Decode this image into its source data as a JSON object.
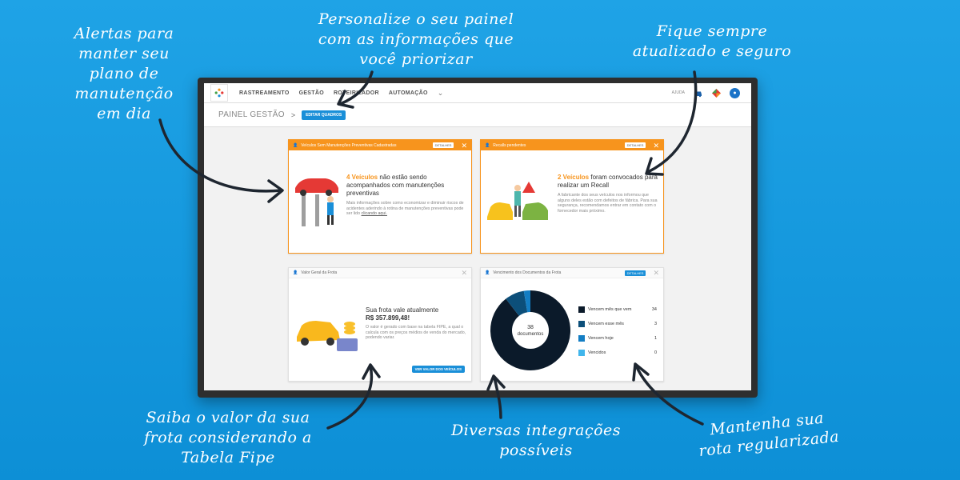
{
  "annotations": {
    "alerts": [
      "Alertas para",
      "manter seu",
      "plano de",
      "manutenção",
      "em dia"
    ],
    "customize": [
      "Personalize o seu painel",
      "com as informações que",
      "você priorizar"
    ],
    "updated": [
      "Fique sempre",
      "atualizado e seguro"
    ],
    "fipe": [
      "Saiba o valor da sua",
      "frota considerando a",
      "Tabela Fipe"
    ],
    "integrations": [
      "Diversas integrações",
      "possíveis"
    ],
    "route": [
      "Mantenha sua",
      "rota regularizada"
    ]
  },
  "nav": {
    "items": [
      "RASTREAMENTO",
      "GESTÃO",
      "ROTEIRIZADOR",
      "AUTOMAÇÃO"
    ],
    "help": "AJUDA"
  },
  "subheader": {
    "title": "PAINEL GESTÃO",
    "separator": ">",
    "edit_button": "EDITAR QUADROS"
  },
  "cards": {
    "maintenance": {
      "title": "Veículos Sem Manutenções Preventivas Cadastradas",
      "details": "DETALHES",
      "highlight": "4 Veículos",
      "headline_rest": " não estão sendo acompanhados com manutenções preventivas",
      "body": "Mais informações sobre como economizar e diminuir riscos de acidentes aderindo à rotina de manutenções preventivas pode ser lido ",
      "link": "clicando aqui."
    },
    "recalls": {
      "title": "Recalls pendentes",
      "details": "DETALHES",
      "highlight": "2 Veículos",
      "headline_rest": " foram convocados para realizar um Recall",
      "body": "A fabricante dos seus veículos nos informou que alguns deles estão com defeitos de fábrica. Para sua segurança, recomendamos entrar em contato com o fornecedor mais próximo."
    },
    "fleet": {
      "title": "Valor Geral da Frota",
      "headline": "Sua frota vale atualmente",
      "value": "R$ 357.899,48!",
      "body": "O valor é gerado com base na tabela FIPE, a qual o calcula com os preços médios de venda do mercado, podendo variar.",
      "button": "VER VALOR DOS VEÍCULOS"
    },
    "documents": {
      "title": "Vencimento dos Documentos da Frota",
      "details": "DETALHES",
      "center_count": "38",
      "center_label": "documentos"
    }
  },
  "chart_data": {
    "type": "pie",
    "categories": [
      "Vencem mês que vem",
      "Vencem esse mês",
      "Vencem hoje",
      "Vencidos"
    ],
    "values": [
      34,
      3,
      1,
      0
    ],
    "colors": [
      "#0b1a2a",
      "#0c4f7a",
      "#137ec4",
      "#41b6ec"
    ]
  },
  "colors": {
    "accent_orange": "#f7941d",
    "accent_blue": "#1a8fd8",
    "background": "#1596dc"
  }
}
